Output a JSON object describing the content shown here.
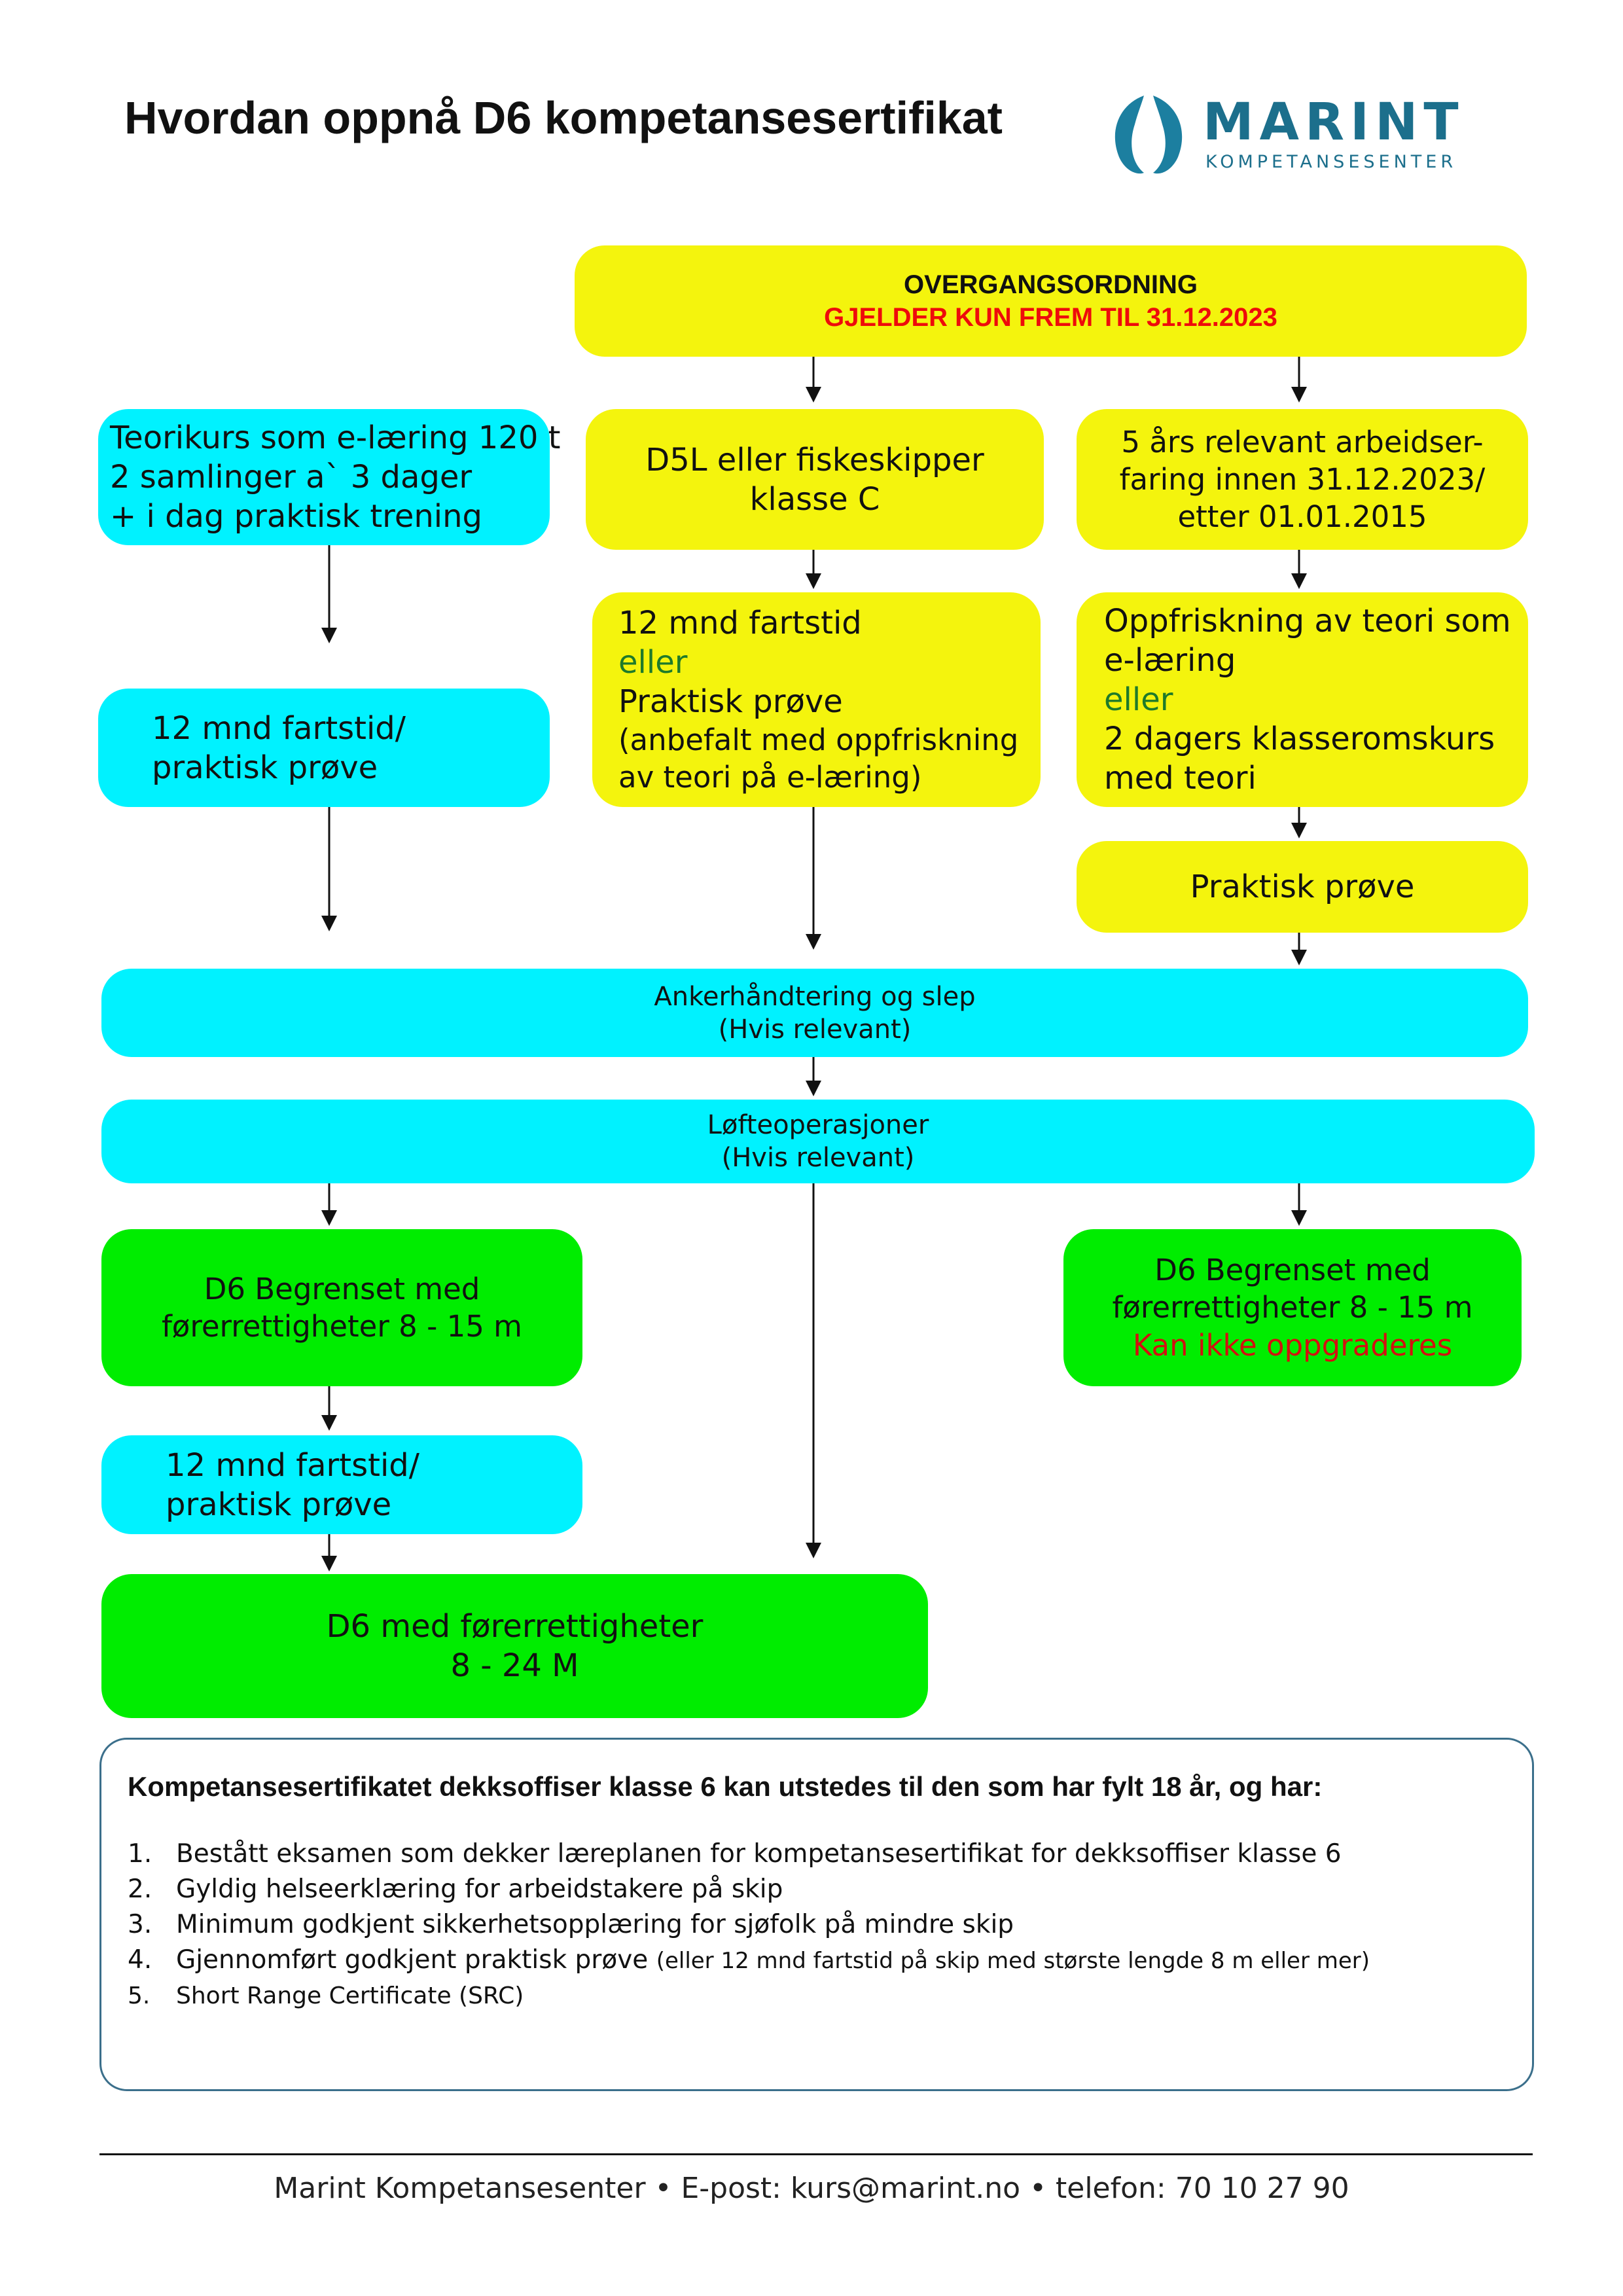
{
  "header": {
    "title": "Hvordan oppnå D6 kompetansesertifikat",
    "logo_brand": "MARINT",
    "logo_subtitle": "KOMPETANSESENTER"
  },
  "colors": {
    "transition_boxes": "#f4f40d",
    "course_boxes": "#00f2ff",
    "certificate_boxes": "#00ed00",
    "deadline_text": "#ee0b0b",
    "or_text": "#1e7a2a",
    "brand": "#1c6f8c"
  },
  "flow": {
    "overgang": {
      "title": "OVERGANGSORDNING",
      "deadline": "GJELDER KUN FREM TIL 31.12.2023"
    },
    "teorikurs": {
      "lines": [
        "Teorikurs som e-læring 120 t",
        "2 samlinger a` 3 dager",
        "+ i dag praktisk trening"
      ]
    },
    "d5l": {
      "lines": [
        "D5L eller fiskeskipper",
        "klasse C"
      ]
    },
    "arbeidserfaring": {
      "lines": [
        "5 års relevant arbeidser-",
        "faring innen 31.12.2023/",
        "etter 01.01.2015"
      ]
    },
    "fartstid_left": {
      "lines": [
        "12 mnd fartstid/",
        "praktisk prøve"
      ]
    },
    "fartstid_mid": {
      "line1": "12 mnd fartstid",
      "or": "eller",
      "line2": "Praktisk prøve",
      "line3": "(anbefalt med oppfriskning",
      "line4": "av teori på e-læring)"
    },
    "oppfriskning": {
      "line1": "Oppfriskning av teori som",
      "line2": "e-læring",
      "or": "eller",
      "line3": "2 dagers klasseromskurs",
      "line4": "med teori"
    },
    "praktisk": {
      "label": "Praktisk prøve"
    },
    "anker": {
      "line1": "Ankerhåndtering og slep",
      "line2": "(Hvis relevant)"
    },
    "lofte": {
      "line1": "Løfteoperasjoner",
      "line2": "(Hvis relevant)"
    },
    "d6_begrenset_left": {
      "lines": [
        "D6 Begrenset med",
        "førerrettigheter 8 - 15 m"
      ]
    },
    "d6_begrenset_right": {
      "line1": "D6 Begrenset med",
      "line2": "førerrettigheter 8 - 15 m",
      "note": "Kan ikke oppgraderes"
    },
    "fartstid_bottom": {
      "lines": [
        "12 mnd fartstid/",
        "praktisk prøve"
      ]
    },
    "d6_full": {
      "lines": [
        "D6 med førerrettigheter",
        "8 - 24 M"
      ]
    }
  },
  "requirements": {
    "heading": "Kompetansesertifikatet dekksoffiser klasse 6 kan utstedes til den som har fylt 18 år, og har:",
    "items": [
      {
        "num": "1.",
        "text": "Bestått eksamen som dekker læreplanen for kompetansesertifikat for dekksoffiser klasse 6"
      },
      {
        "num": "2.",
        "text": "Gyldig helseerklæring for arbeidstakere på skip"
      },
      {
        "num": "3.",
        "text": "Minimum godkjent sikkerhetsopplæring for sjøfolk på mindre skip"
      },
      {
        "num": "4.",
        "text": "Gjennomført godkjent praktisk prøve",
        "note": "(eller 12 mnd fartstid på skip med største lengde 8 m eller mer)"
      },
      {
        "num": "5.",
        "text": "Short Range Certificate (SRC)"
      }
    ]
  },
  "footer": {
    "text": "Marint Kompetansesenter • E-post: kurs@marint.no • telefon: 70 10 27 90"
  }
}
